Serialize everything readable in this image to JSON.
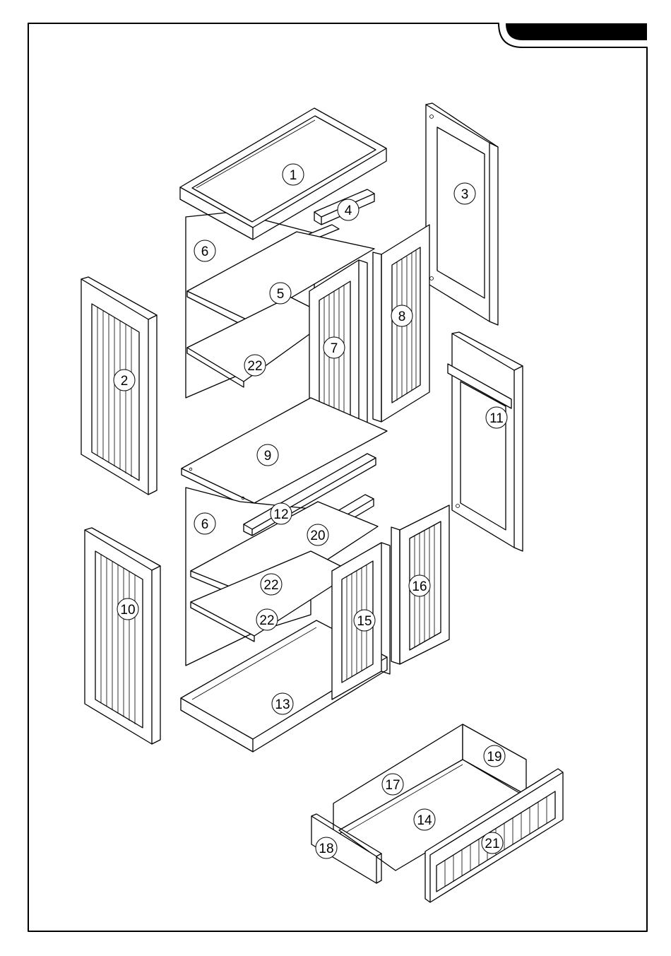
{
  "diagram": {
    "tab_color": "#000000",
    "line_color": "#000000",
    "background": "#ffffff",
    "parts": [
      {
        "id": "part-1",
        "label": "1"
      },
      {
        "id": "part-2",
        "label": "2"
      },
      {
        "id": "part-3",
        "label": "3"
      },
      {
        "id": "part-4",
        "label": "4"
      },
      {
        "id": "part-5",
        "label": "5"
      },
      {
        "id": "part-6-upper",
        "label": "6"
      },
      {
        "id": "part-6-lower",
        "label": "6"
      },
      {
        "id": "part-7",
        "label": "7"
      },
      {
        "id": "part-8",
        "label": "8"
      },
      {
        "id": "part-9",
        "label": "9"
      },
      {
        "id": "part-10",
        "label": "10"
      },
      {
        "id": "part-11",
        "label": "11"
      },
      {
        "id": "part-12",
        "label": "12"
      },
      {
        "id": "part-13",
        "label": "13"
      },
      {
        "id": "part-14",
        "label": "14"
      },
      {
        "id": "part-15",
        "label": "15"
      },
      {
        "id": "part-16",
        "label": "16"
      },
      {
        "id": "part-17",
        "label": "17"
      },
      {
        "id": "part-18",
        "label": "18"
      },
      {
        "id": "part-19",
        "label": "19"
      },
      {
        "id": "part-20",
        "label": "20"
      },
      {
        "id": "part-21",
        "label": "21"
      },
      {
        "id": "part-22-a",
        "label": "22"
      },
      {
        "id": "part-22-b",
        "label": "22"
      },
      {
        "id": "part-22-c",
        "label": "22"
      }
    ]
  }
}
